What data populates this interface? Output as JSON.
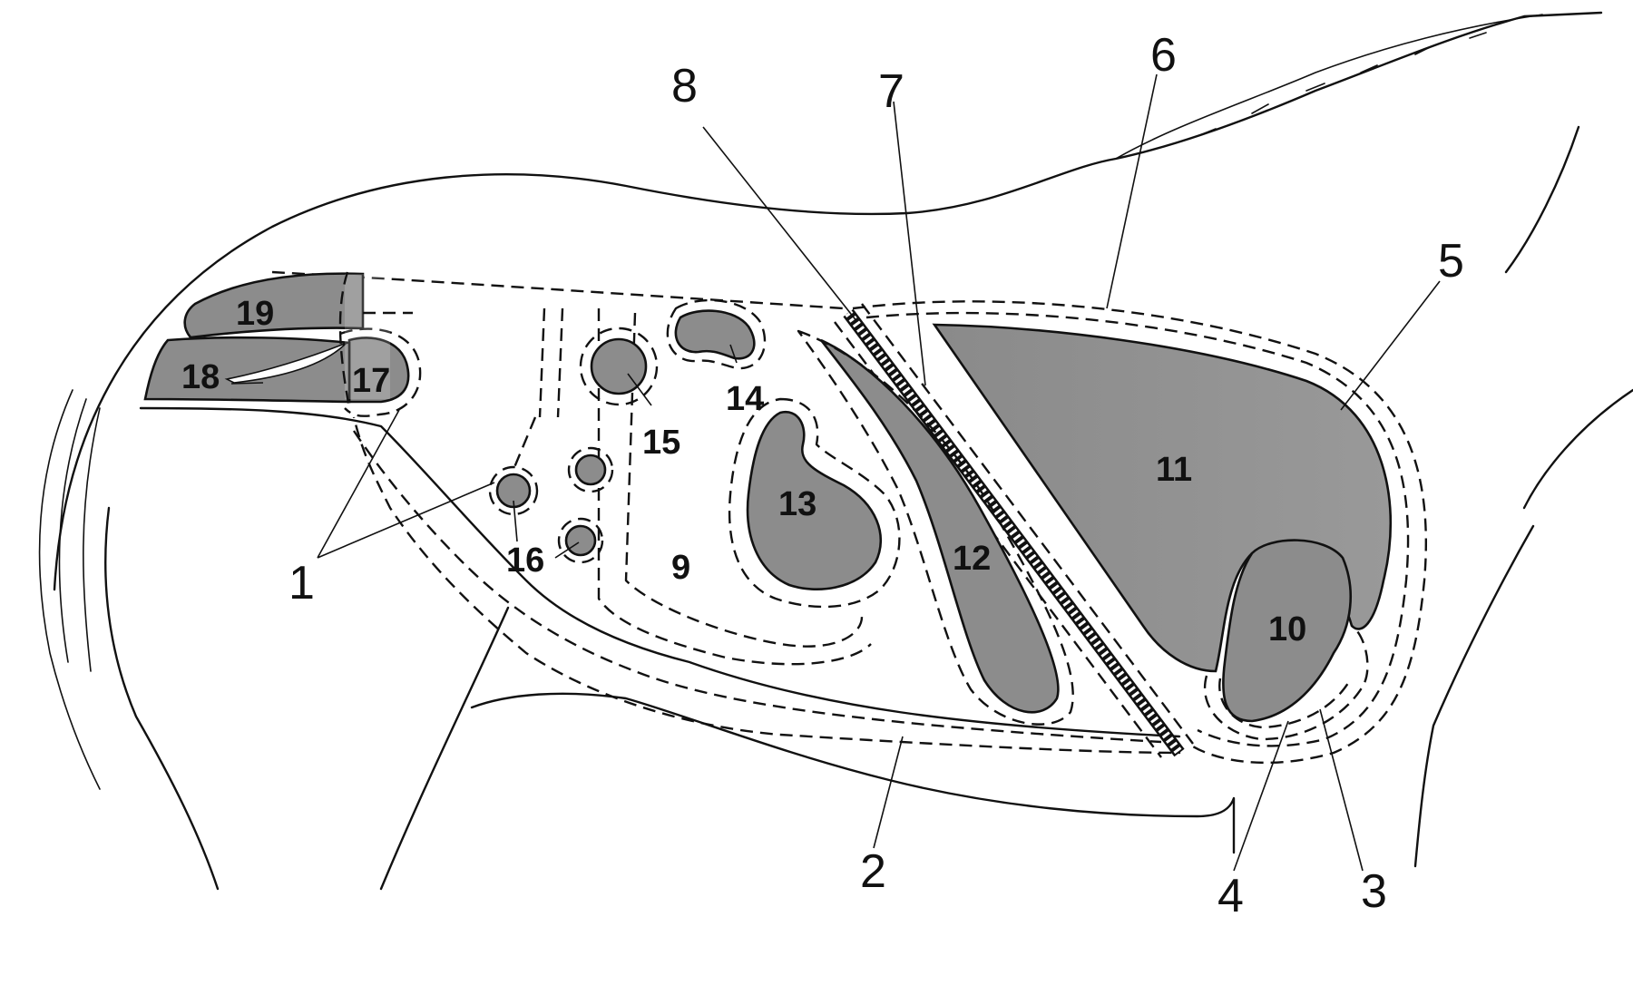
{
  "colors": {
    "organ_fill": "#8c8c8c",
    "organ_fill_light": "#a6a6a6",
    "line": "#111111",
    "background": "#ffffff"
  },
  "labels": {
    "l1": "1",
    "l2": "2",
    "l3": "3",
    "l4": "4",
    "l5": "5",
    "l6": "6",
    "l7": "7",
    "l8": "8",
    "l9": "9",
    "l10": "10",
    "l11": "11",
    "l12": "12",
    "l13": "13",
    "l14": "14",
    "l15": "15",
    "l16": "16",
    "l17": "17",
    "l18": "18",
    "l19": "19"
  }
}
